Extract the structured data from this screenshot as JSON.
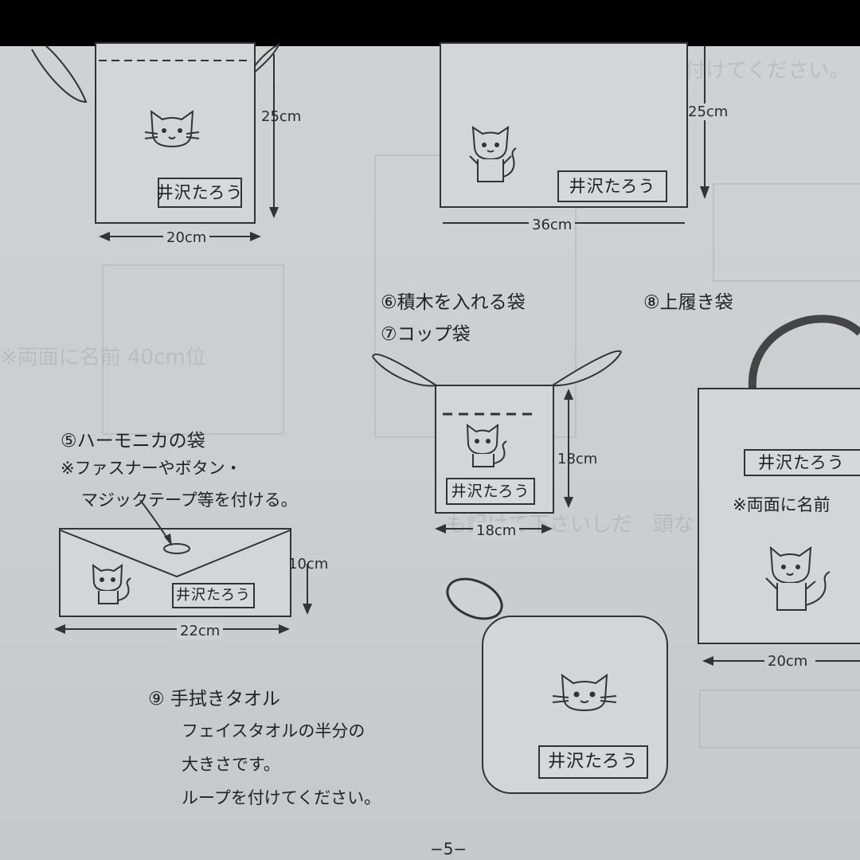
{
  "name_tag": "井沢たろう",
  "items": {
    "top_left": {
      "height": "25cm",
      "width": "20cm"
    },
    "top_mid": {
      "height": "25cm",
      "width": "36cm"
    },
    "item6": {
      "title": "⑥積木を入れる袋"
    },
    "item7": {
      "title": "⑦コップ袋",
      "height": "18cm",
      "width": "18cm"
    },
    "item8": {
      "title": "⑧上履き袋",
      "note": "※両面に名前",
      "width": "20cm"
    },
    "item5": {
      "title": "⑤ハーモニカの袋",
      "note_line1": "※ファスナーやボタン・",
      "note_line2": "マジックテープ等を付ける。",
      "height": "10cm",
      "width": "22cm"
    },
    "item9": {
      "title": "⑨ 手拭きタオル",
      "desc_line1": "フェイスタオルの半分の",
      "desc_line2": "大きさです。",
      "desc_line3": "ループを付けてください。"
    }
  },
  "page_number": "−5−"
}
